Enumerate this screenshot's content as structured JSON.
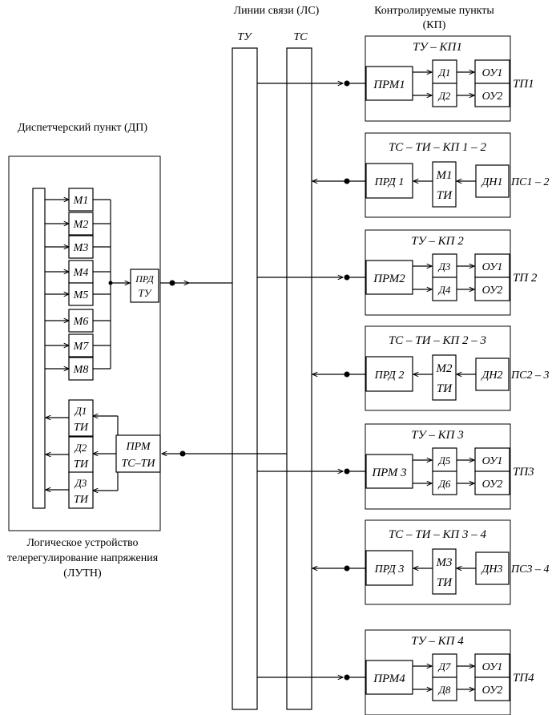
{
  "headers": {
    "lines": "Линии связи (ЛС)",
    "kp_line1": "Контролируемые пункты",
    "kp_line2": "(КП)",
    "dp": "Диспетчерский пункт (ДП)",
    "lutn_line1": "Логическое устройство",
    "lutn_line2": "телерегулирование напряжения",
    "lutn_line3": "(ЛУТН)"
  },
  "buses": {
    "tu": "ТУ",
    "ts": "ТС"
  },
  "dp": {
    "modulators": [
      "М1",
      "М2",
      "М3",
      "М4",
      "М5",
      "М6",
      "М7",
      "М8"
    ],
    "prd_line1": "ПРД",
    "prd_line2": "ТУ",
    "decoders": [
      {
        "top": "Д1",
        "bottom": "ТИ"
      },
      {
        "top": "Д2",
        "bottom": "ТИ"
      },
      {
        "top": "Д3",
        "bottom": "ТИ"
      }
    ],
    "prm_line1": "ПРМ",
    "prm_line2": "ТС–ТИ"
  },
  "kp_tu": [
    {
      "title": "ТУ – КП1",
      "rx": "ПРМ1",
      "d_top": "Д1",
      "d_bottom": "Д2",
      "ou_top": "ОУ1",
      "ou_bottom": "ОУ2",
      "label": "ТП1"
    },
    {
      "title": "ТУ – КП 2",
      "rx": "ПРМ2",
      "d_top": "Д3",
      "d_bottom": "Д4",
      "ou_top": "ОУ1",
      "ou_bottom": "ОУ2",
      "label": "ТП 2"
    },
    {
      "title": "ТУ – КП 3",
      "rx": "ПРМ 3",
      "d_top": "Д5",
      "d_bottom": "Д6",
      "ou_top": "ОУ1",
      "ou_bottom": "ОУ2",
      "label": "ТП3"
    },
    {
      "title": "ТУ – КП 4",
      "rx": "ПРМ4",
      "d_top": "Д7",
      "d_bottom": "Д8",
      "ou_top": "ОУ1",
      "ou_bottom": "ОУ2",
      "label": "ТП4"
    }
  ],
  "kp_ts": [
    {
      "title": "ТС – ТИ – КП 1 – 2",
      "tx": "ПРД 1",
      "m_top": "М1",
      "m_bottom": "ТИ",
      "dn": "ДН1",
      "label": "ПС1 – 2"
    },
    {
      "title": "ТС – ТИ – КП 2 – 3",
      "tx": "ПРД 2",
      "m_top": "М2",
      "m_bottom": "ТИ",
      "dn": "ДН2",
      "label": "ПС2 – 3"
    },
    {
      "title": "ТС – ТИ – КП 3 – 4",
      "tx": "ПРД 3",
      "m_top": "М3",
      "m_bottom": "ТИ",
      "dn": "ДН3",
      "label": "ПС3 – 4"
    }
  ]
}
